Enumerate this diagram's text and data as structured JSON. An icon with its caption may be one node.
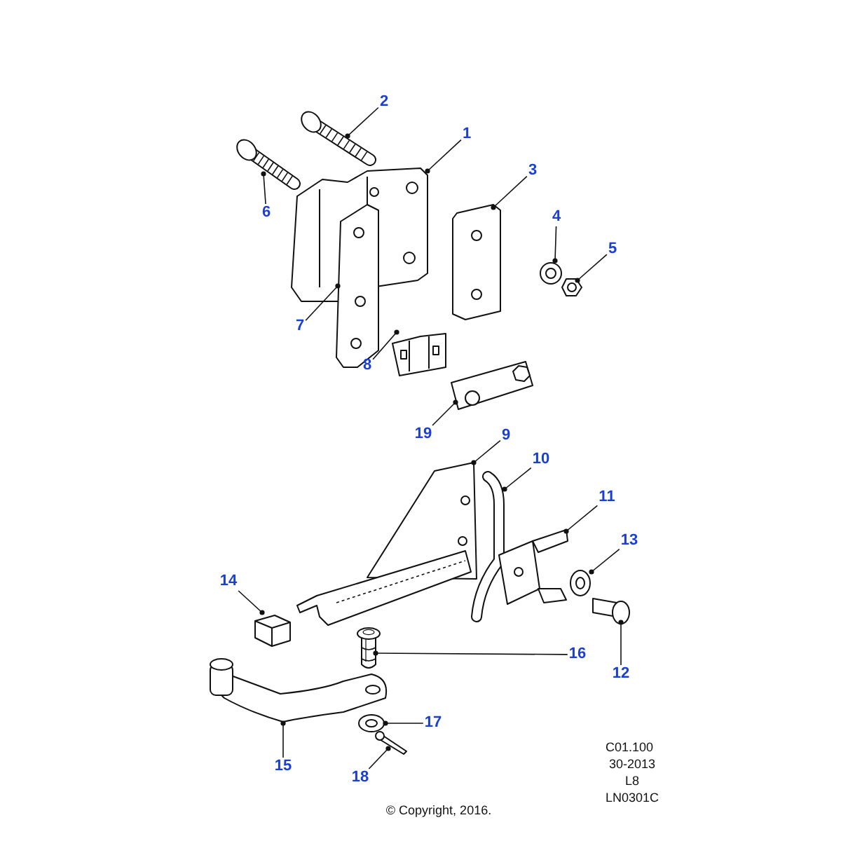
{
  "diagram": {
    "nodes": [
      {
        "text": [
          "1"
        ]
      },
      {
        "text": [
          "2"
        ]
      },
      {
        "text": [
          "3"
        ]
      },
      {
        "text": [
          "4"
        ]
      },
      {
        "text": [
          "5"
        ]
      },
      {
        "text": [
          "6"
        ]
      },
      {
        "text": [
          "7"
        ]
      },
      {
        "text": [
          "8"
        ]
      },
      {
        "text": [
          "9"
        ]
      },
      {
        "text": [
          "10"
        ]
      },
      {
        "text": [
          "11"
        ]
      },
      {
        "text": [
          "12"
        ]
      },
      {
        "text": [
          "13"
        ]
      },
      {
        "text": [
          "14"
        ]
      },
      {
        "text": [
          "15"
        ]
      },
      {
        "text": [
          "16"
        ]
      },
      {
        "text": [
          "17"
        ]
      },
      {
        "text": [
          "18"
        ]
      },
      {
        "text": [
          "19"
        ]
      },
      {
        "text": [],
        "shape": "picture"
      },
      {
        "text": [],
        "shape": "picture"
      },
      {
        "text": [],
        "shape": "picture"
      },
      {
        "text": [],
        "shape": "picture"
      },
      {
        "text": [],
        "shape": "picture"
      },
      {
        "text": [],
        "shape": "picture"
      },
      {
        "text": [],
        "shape": "picture"
      },
      {
        "text": [],
        "shape": "picture"
      },
      {
        "text": [],
        "shape": "picture"
      },
      {
        "text": [],
        "shape": "picture"
      },
      {
        "text": [],
        "shape": "picture"
      },
      {
        "text": [],
        "shape": "picture"
      },
      {
        "text": [],
        "shape": "picture"
      },
      {
        "text": [],
        "shape": "picture"
      },
      {
        "text": [],
        "shape": "picture"
      },
      {
        "text": [],
        "shape": "picture"
      },
      {
        "text": [],
        "shape": "picture"
      },
      {
        "text": [],
        "shape": "picture"
      },
      {
        "text": [],
        "shape": "picture"
      }
    ],
    "edges": [
      {
        "from": 0,
        "to": 19,
        "arrow": "other"
      },
      {
        "from": 1,
        "to": 20,
        "arrow": "other"
      },
      {
        "from": 2,
        "to": 21,
        "arrow": "other"
      },
      {
        "from": 3,
        "to": 22,
        "arrow": "other"
      },
      {
        "from": 4,
        "to": 23,
        "arrow": "other"
      },
      {
        "from": 5,
        "to": 24,
        "arrow": "other"
      },
      {
        "from": 6,
        "to": 25,
        "arrow": "other"
      },
      {
        "from": 7,
        "to": 26,
        "arrow": "other"
      },
      {
        "from": 8,
        "to": 27,
        "arrow": "other"
      },
      {
        "from": 9,
        "to": 28,
        "arrow": "other"
      },
      {
        "from": 10,
        "to": 29,
        "arrow": "other"
      },
      {
        "from": 11,
        "to": 30,
        "arrow": "other"
      },
      {
        "from": 12,
        "to": 31,
        "arrow": "other"
      },
      {
        "from": 13,
        "to": 32,
        "arrow": "other"
      },
      {
        "from": 14,
        "to": 33,
        "arrow": "other"
      },
      {
        "from": 15,
        "to": 34,
        "arrow": "other"
      },
      {
        "from": 16,
        "to": 35,
        "arrow": "other"
      },
      {
        "from": 17,
        "to": 36,
        "arrow": "other"
      },
      {
        "from": 18,
        "to": 37,
        "arrow": "other"
      }
    ],
    "labels": [
      "C01.100",
      "30-2013",
      "L8",
      "LN0301C",
      "© Copyright, 2016."
    ]
  }
}
